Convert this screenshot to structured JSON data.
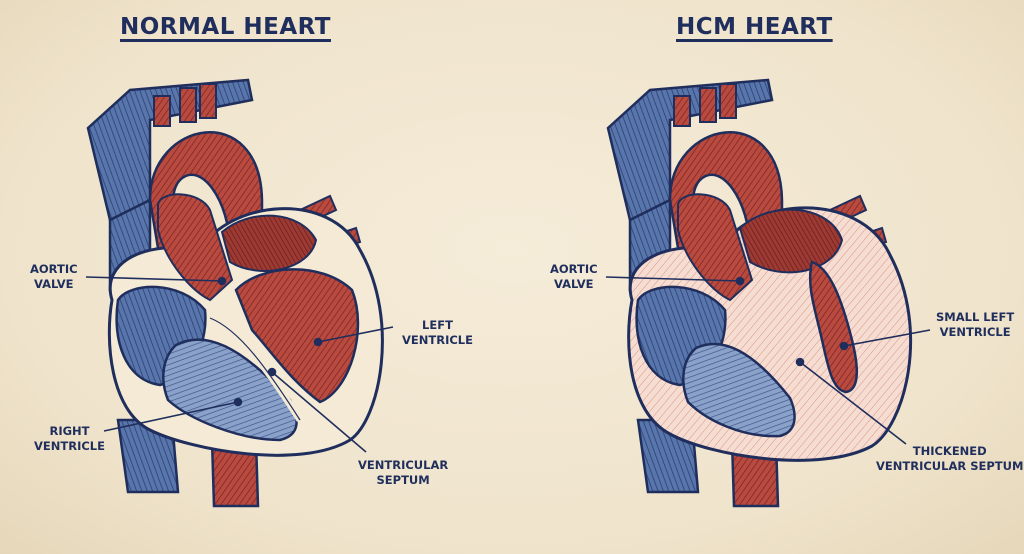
{
  "titles": {
    "normal": "NORMAL HEART",
    "hcm": "HCM HEART"
  },
  "normal_labels": {
    "aortic_valve": [
      "AORTIC",
      "VALVE"
    ],
    "left_ventricle": [
      "LEFT",
      "VENTRICLE"
    ],
    "right_ventricle": [
      "RIGHT",
      "VENTRICLE"
    ],
    "ventricular_septum": [
      "VENTRICULAR",
      "SEPTUM"
    ]
  },
  "hcm_labels": {
    "aortic_valve": [
      "AORTIC",
      "VALVE"
    ],
    "small_left_ventricle": [
      "SMALL LEFT",
      "VENTRICLE"
    ],
    "thickened_septum": [
      "THICKENED",
      "VENTRICULAR SEPTUM"
    ]
  },
  "colors": {
    "ink": "#1f2e5c",
    "red": "#b0443c",
    "blue": "#4a6aa0",
    "thick_wall": "#f4d6cc",
    "background": "#f1e6d1"
  }
}
